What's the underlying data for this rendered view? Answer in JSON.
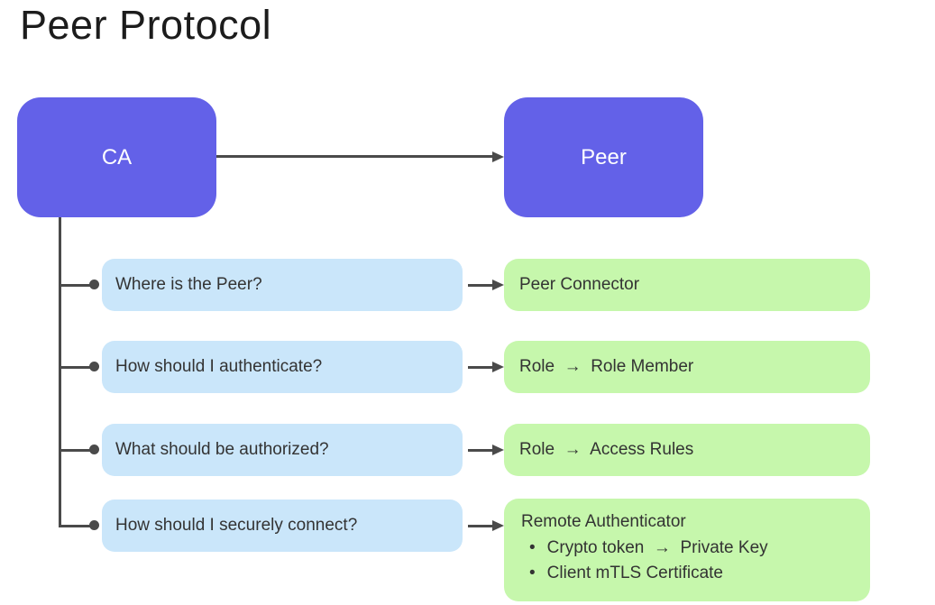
{
  "title": "Peer Protocol",
  "nodes": {
    "ca": "CA",
    "peer": "Peer"
  },
  "rows": [
    {
      "question": "Where is the Peer?",
      "answer": "Peer Connector"
    },
    {
      "question": "How should I authenticate?",
      "answer": "Role  →  Role Member"
    },
    {
      "question": "What should be authorized?",
      "answer": "Role  →  Access Rules"
    },
    {
      "question": "How should I securely connect?",
      "answer_title": "Remote Authenticator",
      "bullet_char": "•",
      "answer_bullets": [
        "Crypto token  →  Private Key",
        "Client mTLS Certificate"
      ]
    }
  ],
  "colors": {
    "node_fill": "#6361e8",
    "node_text": "#ffffff",
    "question_fill": "#cae6fa",
    "answer_fill": "#c6f7ac",
    "connector": "#4a4a4a",
    "box_text": "#333333",
    "title_text": "#1c1c1c"
  }
}
